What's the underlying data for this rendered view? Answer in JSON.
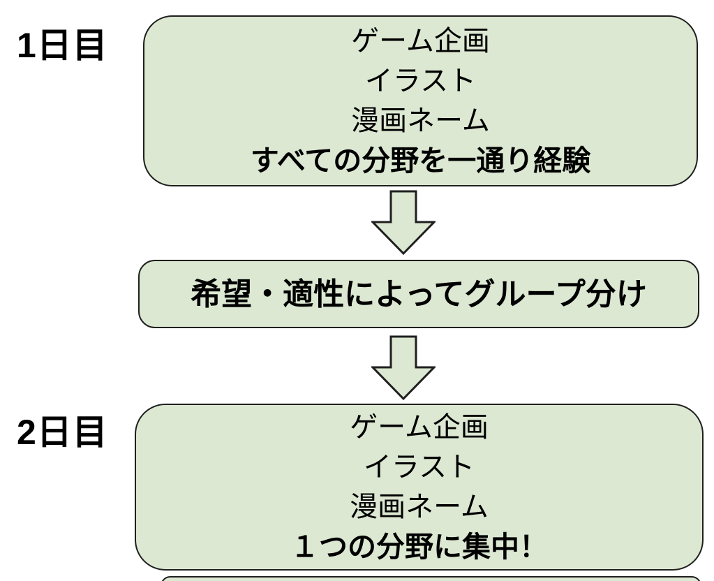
{
  "diagram": {
    "colors": {
      "background": "#ffffff",
      "box_fill": "#dce8d2",
      "box_border": "#1f1f1f",
      "text": "#000000"
    },
    "labels": {
      "day1": "1日目",
      "day2": "2日目"
    },
    "boxes": {
      "day1": {
        "lines": [
          "ゲーム企画",
          "イラスト",
          "漫画ネーム"
        ],
        "emphasis": "すべての分野を一通り経験"
      },
      "middle": {
        "text": "希望・適性によってグループ分け"
      },
      "day2": {
        "lines": [
          "ゲーム企画",
          "イラスト",
          "漫画ネーム"
        ],
        "emphasis": "１つの分野に集中！"
      }
    },
    "icons": {
      "arrow1": "down-arrow",
      "arrow2": "down-arrow"
    }
  }
}
